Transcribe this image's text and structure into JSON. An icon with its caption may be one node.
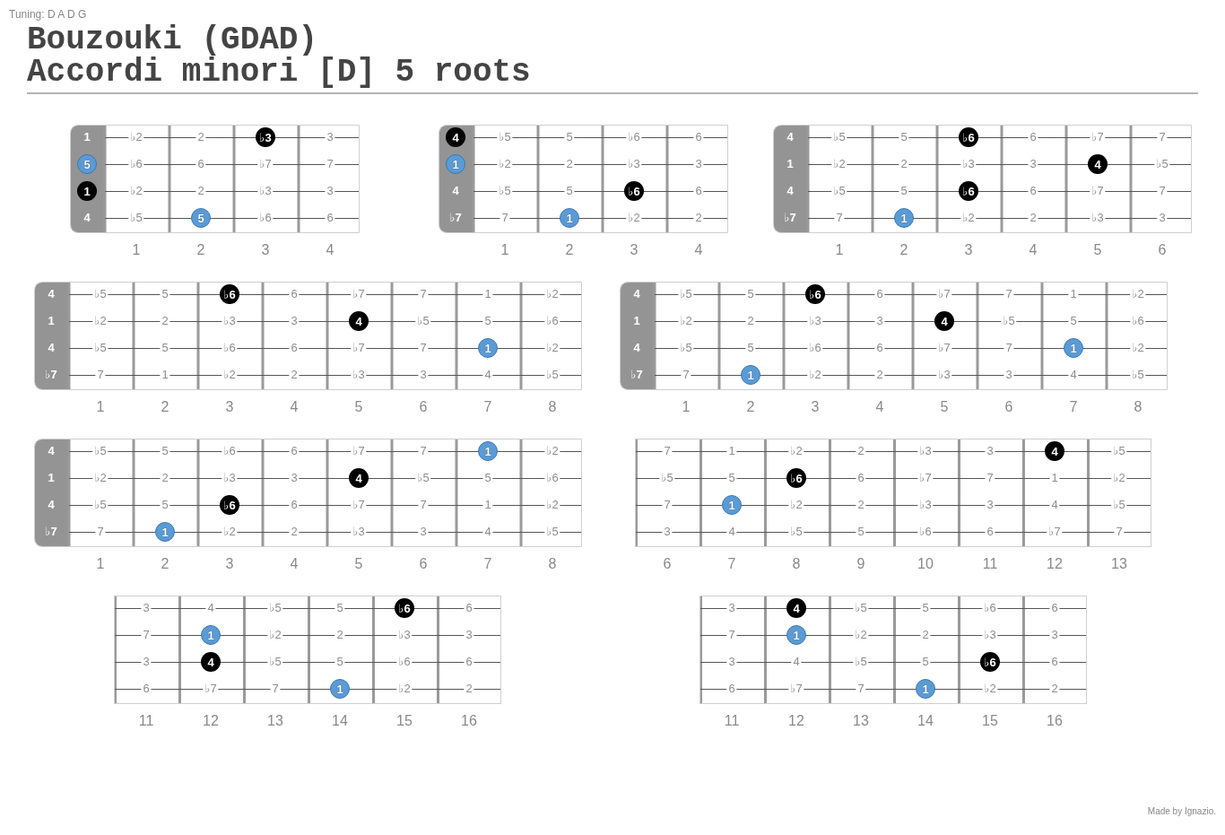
{
  "diagram": {
    "title": "Bouzouki (GDAD)",
    "nodes": [
      {
        "text": [
          "1",
          "♭2",
          "2",
          "3",
          "♭6",
          "6",
          "♭7",
          "7",
          "♭2",
          "2",
          "♭3",
          "3",
          "4",
          "♭5",
          "♭6",
          "6"
        ],
        "beside": [
          "1",
          "2",
          "3",
          "4"
        ]
      },
      {
        "text": [
          "♭3"
        ],
        "in": 0
      },
      {
        "text": [
          "5"
        ],
        "in": 0
      },
      {
        "text": [
          "1"
        ],
        "in": 0
      },
      {
        "text": [
          "5"
        ],
        "in": 0
      },
      {
        "text": [
          "♭5",
          "5",
          "♭6",
          "6",
          "♭2",
          "2",
          "♭3",
          "3",
          "4",
          "♭5",
          "5",
          "6",
          "♭7",
          "7",
          "♭2",
          "2"
        ],
        "beside": [
          "1",
          "2",
          "3",
          "4"
        ]
      },
      {
        "text": [
          "4"
        ],
        "in": 5
      },
      {
        "text": [
          "1"
        ],
        "in": 5
      },
      {
        "text": [
          "♭6"
        ],
        "in": 5
      },
      {
        "text": [
          "1"
        ],
        "in": 5
      },
      {
        "text": [
          "4",
          "♭5",
          "5",
          "6",
          "♭7",
          "7",
          "1",
          "♭2",
          "2",
          "♭3",
          "3",
          "♭5",
          "4",
          "♭5",
          "5",
          "6",
          "♭7",
          "7",
          "♭7",
          "7",
          "♭2",
          "2",
          "♭3",
          "3"
        ],
        "beside": [
          "1",
          "2",
          "3",
          "4",
          "5",
          "6"
        ]
      },
      {
        "text": [
          "♭6"
        ],
        "in": 10
      },
      {
        "text": [
          "4"
        ],
        "in": 10
      },
      {
        "text": [
          "♭6"
        ],
        "in": 10
      },
      {
        "text": [
          "1"
        ],
        "in": 10
      },
      {
        "text": [
          "4",
          "♭5",
          "5",
          "6",
          "♭7",
          "7",
          "1",
          "♭2",
          "1",
          "♭2",
          "2",
          "♭3",
          "3",
          "♭5",
          "5",
          "♭6",
          "4",
          "♭5",
          "5",
          "♭6",
          "6",
          "♭7",
          "7",
          "♭2",
          "♭7",
          "7",
          "1",
          "♭2",
          "2",
          "♭3",
          "3",
          "4",
          "♭5"
        ],
        "beside": [
          "1",
          "2",
          "3",
          "4",
          "5",
          "6",
          "7",
          "8"
        ]
      },
      {
        "text": [
          "♭6"
        ],
        "in": 15
      },
      {
        "text": [
          "4"
        ],
        "in": 15
      },
      {
        "text": [
          "1"
        ],
        "in": 15
      },
      {
        "text": [
          "4",
          "♭5",
          "5",
          "6",
          "♭7",
          "7",
          "1",
          "♭2",
          "1",
          "♭2",
          "2",
          "♭3",
          "3",
          "♭5",
          "5",
          "♭6",
          "4",
          "♭5",
          "5",
          "♭6",
          "6",
          "♭7",
          "7",
          "♭2",
          "♭7",
          "7",
          "♭2",
          "2",
          "♭3",
          "3",
          "4",
          "♭5"
        ],
        "beside": [
          "1",
          "2",
          "3",
          "4",
          "5",
          "6",
          "7",
          "8"
        ]
      },
      {
        "text": [
          "♭6"
        ],
        "in": 19
      },
      {
        "text": [
          "4"
        ],
        "in": 19
      },
      {
        "text": [
          "1"
        ],
        "in": 19
      },
      {
        "text": [
          "1"
        ],
        "in": 19
      },
      {
        "text": [
          "4",
          "♭5",
          "5",
          "♭6",
          "6",
          "♭7",
          "7",
          "♭2",
          "1",
          "♭2",
          "2",
          "♭3",
          "3",
          "♭5",
          "5",
          "♭6",
          "4",
          "♭5",
          "5",
          "6",
          "♭7",
          "7",
          "1",
          "♭2",
          "♭7",
          "7",
          "♭2",
          "2",
          "♭3",
          "3",
          "4",
          "♭5"
        ],
        "beside": [
          "1",
          "2",
          "3",
          "4",
          "5",
          "6",
          "7",
          "8"
        ]
      },
      {
        "text": [
          "1"
        ],
        "in": 24
      },
      {
        "text": [
          "4"
        ],
        "in": 24
      },
      {
        "text": [
          "♭6"
        ],
        "in": 24
      },
      {
        "text": [
          "1"
        ],
        "in": 24
      },
      {
        "text": [
          "7",
          "1",
          "♭2",
          "2",
          "♭3",
          "3",
          "♭5",
          "♭5",
          "5",
          "6",
          "♭7",
          "7",
          "1",
          "♭2",
          "7",
          "♭2",
          "2",
          "♭3",
          "3",
          "4",
          "♭5",
          "3",
          "4",
          "♭5",
          "5",
          "♭6",
          "6",
          "♭7",
          "7"
        ],
        "beside": [
          "6",
          "7",
          "8",
          "9",
          "10",
          "11",
          "12",
          "13"
        ]
      },
      {
        "text": [
          "4"
        ],
        "in": 29
      },
      {
        "text": [
          "♭6"
        ],
        "in": 29
      },
      {
        "text": [
          "1"
        ],
        "in": 29
      },
      {
        "text": [
          "3",
          "4",
          "♭5",
          "5",
          "6",
          "7",
          "♭2",
          "2",
          "♭3",
          "3",
          "3",
          "♭5",
          "5",
          "♭6",
          "6",
          "6",
          "♭7",
          "7",
          "♭2",
          "2"
        ],
        "beside": [
          "11",
          "12",
          "13",
          "14",
          "15",
          "16"
        ]
      },
      {
        "text": [
          "♭6"
        ],
        "in": 33
      },
      {
        "text": [
          "1"
        ],
        "in": 33
      },
      {
        "text": [
          "4"
        ],
        "in": 33
      },
      {
        "text": [
          "1"
        ],
        "in": 33
      },
      {
        "text": [
          "3",
          "♭5",
          "5",
          "♭6",
          "6",
          "7",
          "♭2",
          "2",
          "♭3",
          "3",
          "3",
          "4",
          "♭5",
          "5",
          "6",
          "6",
          "♭7",
          "7",
          "♭2",
          "2"
        ],
        "beside": [
          "11",
          "12",
          "13",
          "14",
          "15",
          "16"
        ]
      },
      {
        "text": [
          "4"
        ],
        "in": 38
      },
      {
        "text": [
          "1"
        ],
        "in": 38
      },
      {
        "text": [
          "♭6"
        ],
        "in": 38
      },
      {
        "text": [
          "1"
        ],
        "in": 38
      }
    ],
    "labels": [
      "Tuning: D A D G",
      "Accordi minori [D] 5 roots",
      "Made by Ignazio."
    ]
  }
}
